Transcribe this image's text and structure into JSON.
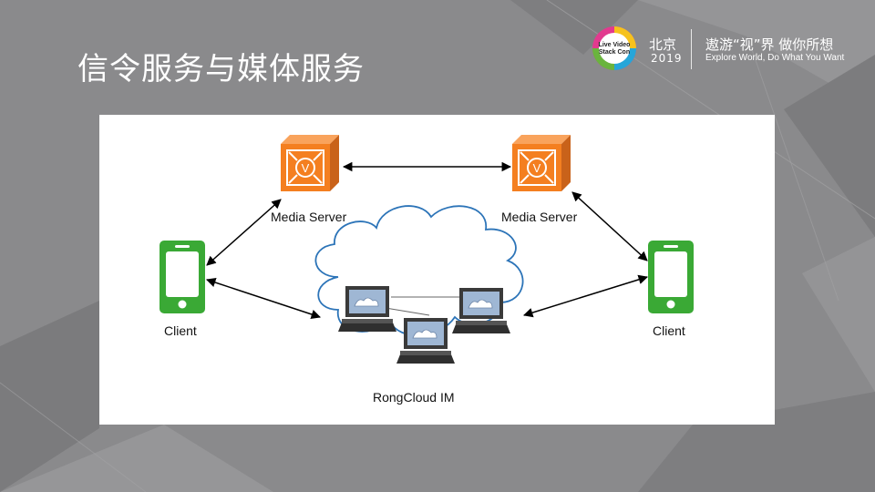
{
  "slide": {
    "title": "信令服务与媒体服务"
  },
  "logo": {
    "badge_line1": "Live Video",
    "badge_line2": "Stack Con",
    "city": "北京",
    "year": "2019",
    "slogan_cn": "遨游“视”界  做你所想",
    "slogan_en": "Explore World, Do What You Want"
  },
  "diagram": {
    "nodes": {
      "media_server_left": "Media Server",
      "media_server_right": "Media Server",
      "client_left": "Client",
      "client_right": "Client",
      "cloud": "RongCloud IM"
    },
    "colors": {
      "media_server": "#f47f20",
      "client": "#3aa935",
      "cloud_outline": "#2c74b8",
      "arrows": "#000000"
    },
    "icons": [
      "media-server-icon",
      "phone-icon",
      "cloud-icon",
      "desktop-computer-icon"
    ]
  }
}
